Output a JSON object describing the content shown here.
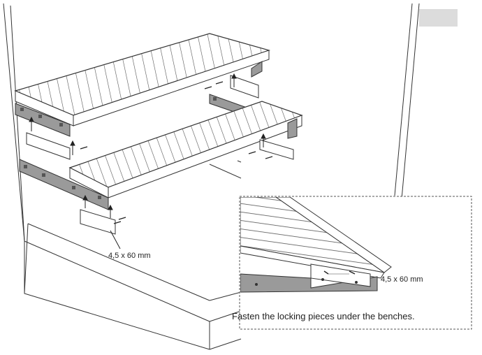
{
  "labels": {
    "main_dimension": "4,5 x 60 mm",
    "inset_dimension": "4,5 x 60 mm",
    "caption": "Fasten the locking pieces under the benches."
  },
  "colors": {
    "line": "#333333",
    "panel": "#9a9a9a",
    "panel_dark": "#7f7f7f",
    "slat": "#ffffff",
    "tab": "#dcdcdc"
  },
  "icons": [
    "arrow-up-icon",
    "screw-icon",
    "locking-piece-icon"
  ]
}
